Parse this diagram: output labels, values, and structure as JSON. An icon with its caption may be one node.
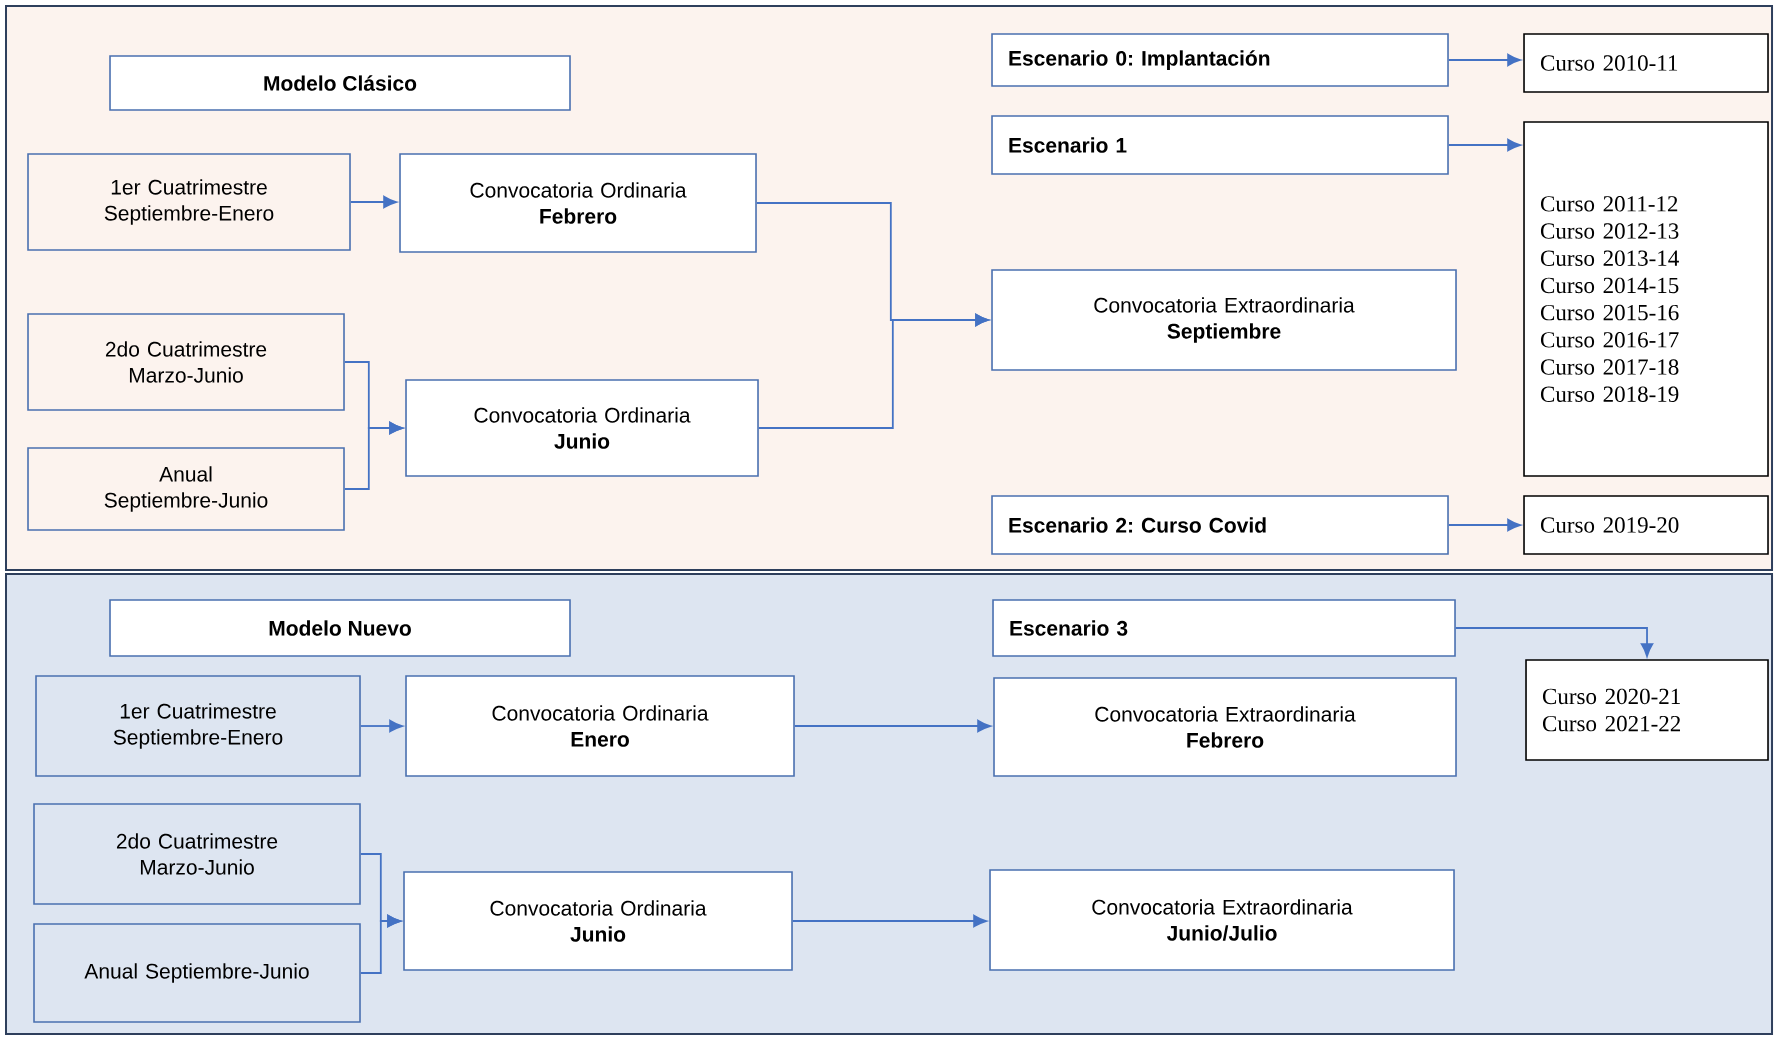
{
  "diagram": {
    "nodes": [
      {
        "text": [],
        "shape": "box"
      },
      {
        "text": [
          "Modelo Clásico"
        ],
        "in": 0
      },
      {
        "text": [
          "1er Cuatrimestre Septiembre-Enero"
        ],
        "in": 0
      },
      {
        "text": [
          "Convocatoria Ordinaria",
          "Febrero"
        ],
        "in": 0
      },
      {
        "text": [
          "2do Cuatrimestre Marzo-Junio"
        ],
        "in": 0
      },
      {
        "text": [
          "Anual Septiembre-Junio"
        ],
        "in": 0
      },
      {
        "text": [
          "Convocatoria Ordinaria",
          "Junio"
        ],
        "in": 0
      },
      {
        "text": [
          "Convocatoria Extraordinaria",
          "Septiembre"
        ],
        "in": 0
      },
      {
        "text": [
          "Escenario 0: Implantación"
        ],
        "in": 0
      },
      {
        "text": [
          "Curso 2010-11"
        ],
        "in": 0
      },
      {
        "text": [
          "Escenario 1"
        ],
        "in": 0
      },
      {
        "text": [
          "Curso 2011-12",
          "Curso 2012-13",
          "Curso 2013-14",
          "Curso 2014-15",
          "Curso 2015-16",
          "Curso 2016-17",
          "Curso 2017-18",
          "Curso 2018-19"
        ],
        "in": 0
      },
      {
        "text": [
          "Escenario 2: Curso Covid"
        ],
        "in": 0
      },
      {
        "text": [
          "Curso 2019-20"
        ],
        "in": 0
      },
      {
        "text": [],
        "shape": "box"
      },
      {
        "text": [
          "Modelo Nuevo"
        ],
        "in": 14
      },
      {
        "text": [
          "1er Cuatrimestre Septiembre-Enero"
        ],
        "in": 14
      },
      {
        "text": [
          "Convocatoria Ordinaria",
          "Enero"
        ],
        "in": 14
      },
      {
        "text": [
          "2do Cuatrimestre Marzo-Junio"
        ],
        "in": 14
      },
      {
        "text": [
          "Anual Septiembre-Junio"
        ],
        "in": 14
      },
      {
        "text": [
          "Convocatoria Ordinaria",
          "Junio"
        ],
        "in": 14
      },
      {
        "text": [
          "Convocatoria Extraordinaria",
          "Febrero"
        ],
        "in": 14
      },
      {
        "text": [
          "Convocatoria Extraordinaria",
          "Junio/Julio"
        ],
        "in": 14
      },
      {
        "text": [
          "Escenario 3"
        ],
        "in": 14
      },
      {
        "text": [
          "Curso 2020-21",
          "Curso 2021-22"
        ],
        "in": 14
      }
    ],
    "edges": [
      {
        "from": 2,
        "to": 3,
        "arrow": "to"
      },
      {
        "from": 3,
        "to": 7,
        "arrow": "to"
      },
      {
        "from": 6,
        "to": 7,
        "arrow": "to"
      },
      {
        "from": 4,
        "to": 6,
        "arrow": "to"
      },
      {
        "from": 5,
        "to": 6,
        "arrow": "to"
      },
      {
        "from": 8,
        "to": 9,
        "arrow": "to"
      },
      {
        "from": 10,
        "to": 11,
        "arrow": "to"
      },
      {
        "from": 12,
        "to": 13,
        "arrow": "to"
      },
      {
        "from": 16,
        "to": 17,
        "arrow": "to"
      },
      {
        "from": 17,
        "to": 21,
        "arrow": "to"
      },
      {
        "from": 18,
        "to": 20,
        "arrow": "to"
      },
      {
        "from": 19,
        "to": 20,
        "arrow": "to"
      },
      {
        "from": 20,
        "to": 22,
        "arrow": "to"
      },
      {
        "from": 23,
        "to": 24,
        "arrow": "to"
      }
    ]
  }
}
